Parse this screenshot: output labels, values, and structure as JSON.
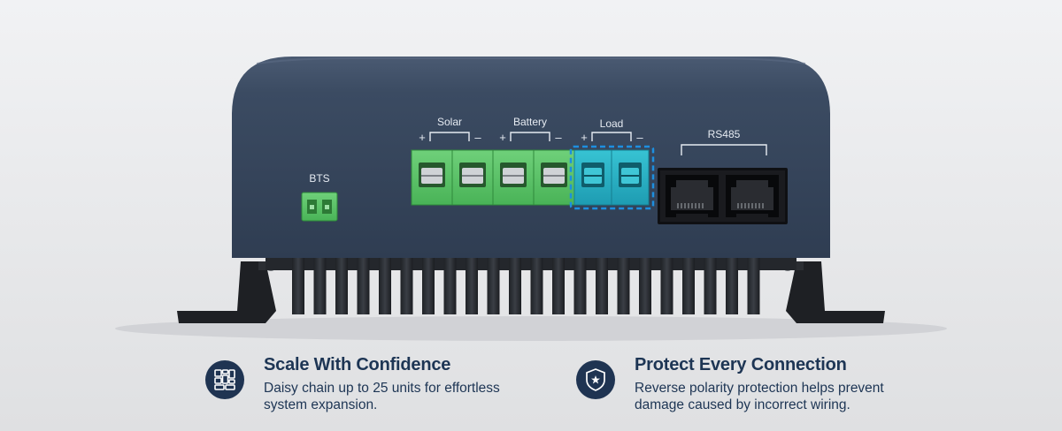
{
  "device": {
    "labels": {
      "bts": "BTS",
      "solar": "Solar",
      "battery": "Battery",
      "load": "Load",
      "rs485": "RS485"
    },
    "polarity": {
      "plus": "+",
      "minus": "–"
    },
    "colors": {
      "housing": "#35455c",
      "terminal_green": "#5fc46a",
      "terminal_cyan": "#2fb7c8",
      "highlight_dash": "#1d8fe0",
      "heatsink": "#2a2d33"
    }
  },
  "features": [
    {
      "icon": "grid-modules-icon",
      "title": "Scale With Confidence",
      "description": "Daisy chain up to 25 units for effortless system expansion."
    },
    {
      "icon": "shield-star-icon",
      "title": "Protect Every Connection",
      "description": "Reverse polarity protection helps prevent damage caused by incorrect wiring."
    }
  ]
}
